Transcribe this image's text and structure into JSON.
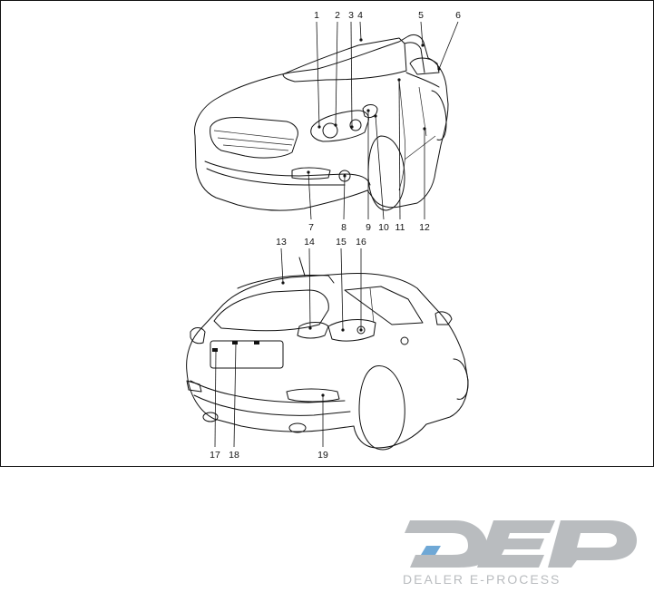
{
  "diagram": {
    "callouts_top": [
      "1",
      "2",
      "3",
      "4",
      "5",
      "6",
      "7",
      "8",
      "9",
      "10",
      "11",
      "12"
    ],
    "callouts_bottom": [
      "13",
      "14",
      "15",
      "16",
      "17",
      "18",
      "19"
    ]
  },
  "logo": {
    "mark": "DEP",
    "tagline": "DEALER E-PROCESS",
    "colors": {
      "primary": "#b9bcbf",
      "accent": "#6fa8d6"
    }
  }
}
